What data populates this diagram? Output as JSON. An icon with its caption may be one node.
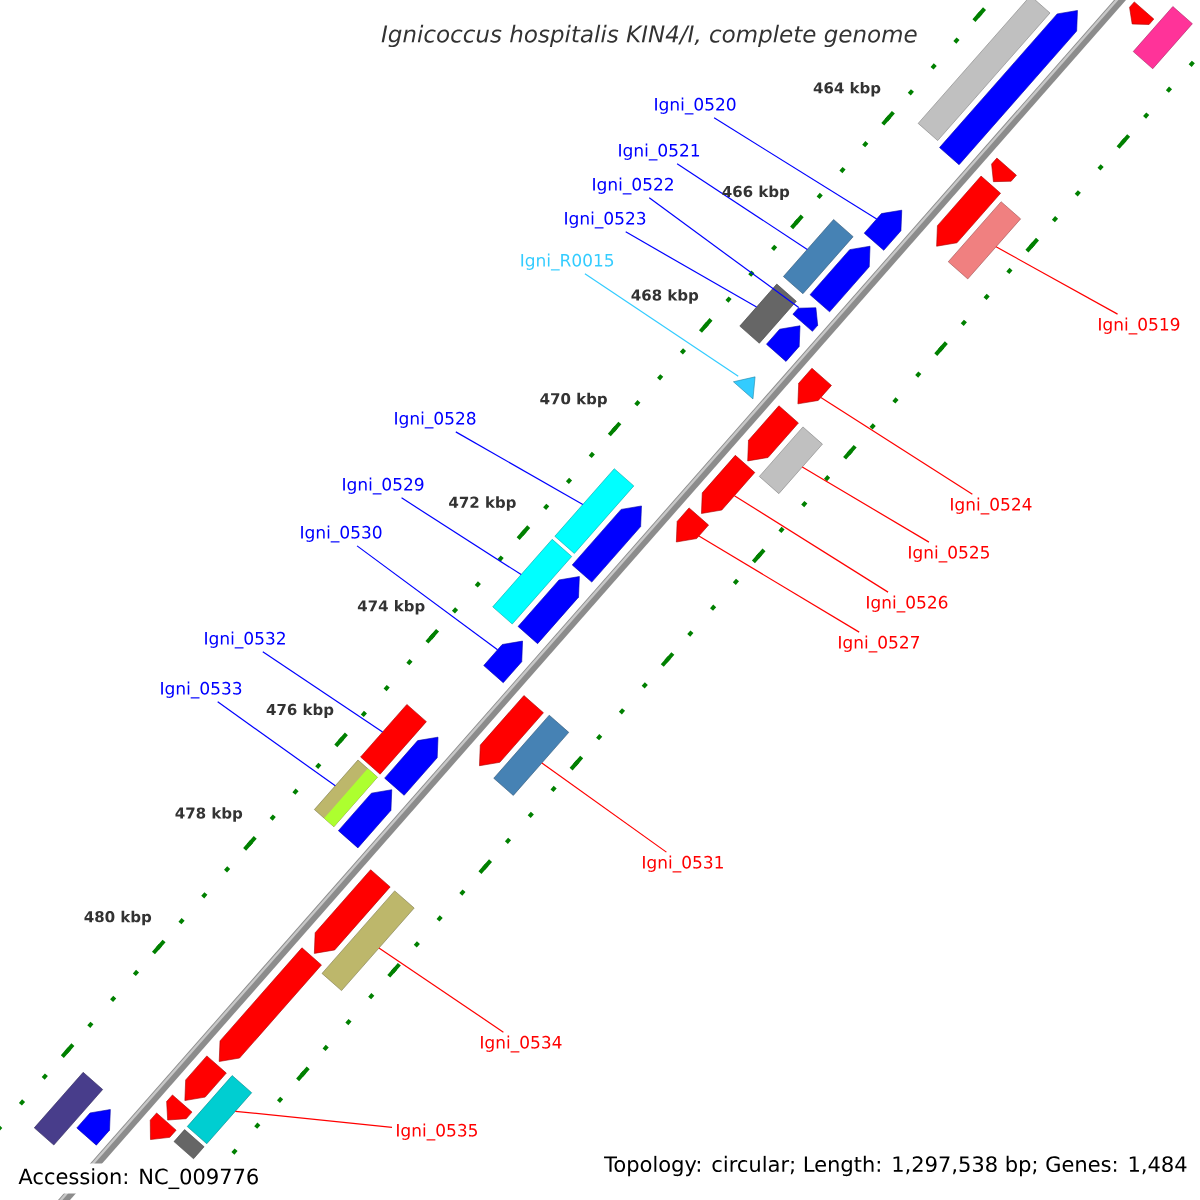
{
  "diagram": {
    "title": "Ignicoccus hospitalis KIN4/I, complete genome",
    "nodes": [
      {
        "text": [
          "Igni_0520"
        ]
      },
      {
        "text": [
          "Igni_0521"
        ]
      },
      {
        "text": [
          "Igni_0522"
        ]
      },
      {
        "text": [
          "Igni_0523"
        ]
      },
      {
        "text": [
          "Igni_R0015"
        ]
      },
      {
        "text": [
          "Igni_0519"
        ]
      },
      {
        "text": [
          "Igni_0528"
        ]
      },
      {
        "text": [
          "Igni_0529"
        ]
      },
      {
        "text": [
          "Igni_0524"
        ]
      },
      {
        "text": [
          "Igni_0530"
        ]
      },
      {
        "text": [
          "Igni_0525"
        ]
      },
      {
        "text": [
          "Igni_0526"
        ]
      },
      {
        "text": [
          "Igni_0527"
        ]
      },
      {
        "text": [
          "Igni_0532"
        ]
      },
      {
        "text": [
          "Igni_0533"
        ]
      },
      {
        "text": [
          "Igni_0531"
        ]
      },
      {
        "text": [
          "Igni_0534"
        ]
      },
      {
        "text": [
          "Igni_0535"
        ]
      },
      {
        "text": [],
        "shape": "arrow"
      },
      {
        "text": [],
        "shape": "box"
      },
      {
        "text": [],
        "shape": "box"
      },
      {
        "text": [],
        "shape": "arrow"
      },
      {
        "text": [],
        "shape": "arrow"
      },
      {
        "text": [],
        "shape": "arrow"
      },
      {
        "text": [],
        "shape": "box"
      },
      {
        "text": [],
        "shape": "arrow"
      },
      {
        "text": [],
        "shape": "arrow"
      },
      {
        "text": [],
        "shape": "box"
      },
      {
        "text": [],
        "shape": "arrow"
      },
      {
        "text": [],
        "shape": "box"
      },
      {
        "text": [],
        "shape": "arrow"
      },
      {
        "text": [],
        "shape": "arrow"
      },
      {
        "text": [],
        "shape": "triangle"
      },
      {
        "text": [],
        "shape": "arrow"
      },
      {
        "text": [],
        "shape": "box"
      },
      {
        "text": [],
        "shape": "arrow"
      },
      {
        "text": [],
        "shape": "arrow"
      },
      {
        "text": [],
        "shape": "box"
      },
      {
        "text": [],
        "shape": "arrow"
      },
      {
        "text": [],
        "shape": "box"
      },
      {
        "text": [],
        "shape": "arrow"
      },
      {
        "text": [],
        "shape": "arrow"
      },
      {
        "text": [],
        "shape": "box"
      },
      {
        "text": [],
        "shape": "arrow"
      },
      {
        "text": [],
        "shape": "box"
      },
      {
        "text": [],
        "shape": "arrow"
      },
      {
        "text": [],
        "shape": "box"
      },
      {
        "text": [],
        "shape": "arrow"
      },
      {
        "text": [],
        "shape": "arrow"
      },
      {
        "text": [],
        "shape": "box"
      },
      {
        "text": [],
        "shape": "arrow"
      },
      {
        "text": [],
        "shape": "box"
      },
      {
        "text": [],
        "shape": "arrow"
      },
      {
        "text": [],
        "shape": "arrow"
      },
      {
        "text": [],
        "shape": "box"
      },
      {
        "text": [],
        "shape": "arrow"
      },
      {
        "text": [],
        "shape": "box"
      },
      {
        "text": [],
        "shape": "arrow"
      }
    ],
    "edges": [
      {
        "from": 0,
        "to": 25,
        "arrow": "none"
      },
      {
        "from": 1,
        "to": 27,
        "arrow": "none"
      },
      {
        "from": 2,
        "to": 28,
        "arrow": "none"
      },
      {
        "from": 3,
        "to": 29,
        "arrow": "none"
      },
      {
        "from": 4,
        "to": 32,
        "arrow": "none",
        "color": "#33ccff"
      },
      {
        "from": 5,
        "to": 24,
        "arrow": "none",
        "color": "#ff0000"
      },
      {
        "from": 6,
        "to": 37,
        "arrow": "none"
      },
      {
        "from": 7,
        "to": 39,
        "arrow": "none"
      },
      {
        "from": 8,
        "to": 31,
        "arrow": "none",
        "color": "#ff0000"
      },
      {
        "from": 9,
        "to": 41,
        "arrow": "none"
      },
      {
        "from": 10,
        "to": 34,
        "arrow": "none",
        "color": "#ff0000"
      },
      {
        "from": 11,
        "to": 35,
        "arrow": "none",
        "color": "#ff0000"
      },
      {
        "from": 12,
        "to": 36,
        "arrow": "none",
        "color": "#ff0000"
      },
      {
        "from": 13,
        "to": 44,
        "arrow": "none"
      },
      {
        "from": 14,
        "to": 46,
        "arrow": "none"
      },
      {
        "from": 15,
        "to": 42,
        "arrow": "none",
        "color": "#ff0000"
      },
      {
        "from": 16,
        "to": 49,
        "arrow": "none",
        "color": "#ff0000"
      },
      {
        "from": 17,
        "to": 51,
        "arrow": "none",
        "color": "#ff0000"
      }
    ],
    "labels": [
      "464 kbp",
      "466 kbp",
      "468 kbp",
      "470 kbp",
      "472 kbp",
      "474 kbp",
      "476 kbp",
      "478 kbp",
      "480 kbp",
      "Accession: NC_009776",
      "Topology: circular; Length: 1,297,538 bp; Genes: 1,484"
    ]
  }
}
